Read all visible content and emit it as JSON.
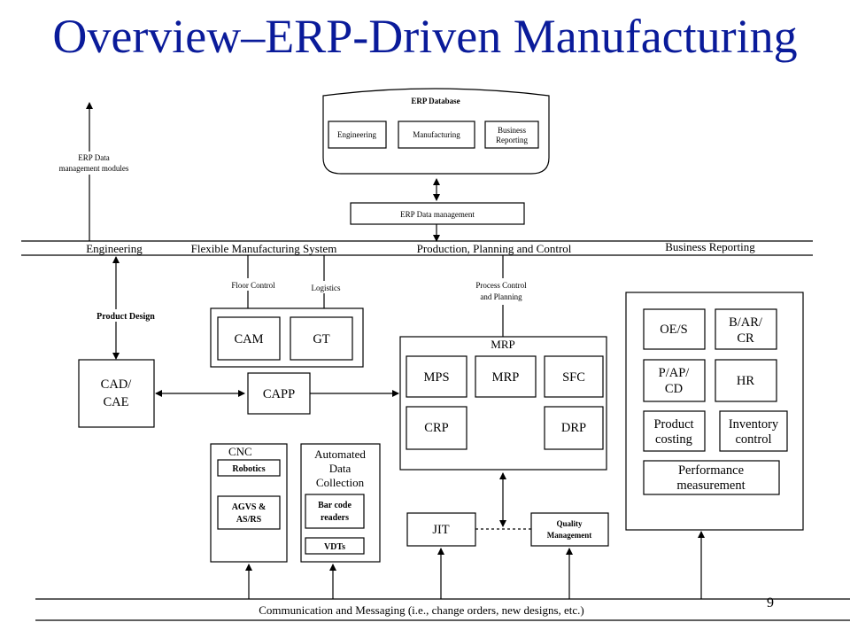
{
  "title": "Overview–ERP-Driven Manufacturing",
  "page_number": "9",
  "erp_database": {
    "label": "ERP Database",
    "modules": [
      "Engineering",
      "Manufacturing",
      "Business",
      "Reporting"
    ]
  },
  "erp_data_management": "ERP Data management",
  "erp_data_modules_label": [
    "ERP Data",
    "management modules"
  ],
  "bus_sections": {
    "engineering": "Engineering",
    "fms": "Flexible Manufacturing System",
    "ppc": "Production, Planning and Control",
    "business_reporting": "Business Reporting"
  },
  "labels": {
    "floor_control": "Floor Control",
    "logistics": "Logistics",
    "process_control": [
      "Process Control",
      "and Planning"
    ],
    "product_design": "Product Design"
  },
  "fms": {
    "cam": "CAM",
    "gt": "GT"
  },
  "cad_cae": [
    "CAD/",
    "CAE"
  ],
  "capp": "CAPP",
  "mrp": {
    "title": "MRP",
    "mps": "MPS",
    "mrp": "MRP",
    "sfc": "SFC",
    "crp": "CRP",
    "drp": "DRP"
  },
  "cnc": {
    "title": "CNC",
    "robotics": "Robotics",
    "agvs": [
      "AGVS &",
      "AS/RS"
    ]
  },
  "adc": {
    "title": [
      "Automated",
      "Data",
      "Collection"
    ],
    "barcode": [
      "Bar code",
      "readers"
    ],
    "vdts": "VDTs"
  },
  "jit": "JIT",
  "quality": [
    "Quality",
    "Management"
  ],
  "business": {
    "oes": "OE/S",
    "bar": [
      "B/AR/",
      "CR"
    ],
    "pap": [
      "P/AP/",
      "CD"
    ],
    "hr": "HR",
    "product_costing": [
      "Product",
      "costing"
    ],
    "inventory_control": [
      "Inventory",
      "control"
    ],
    "performance": [
      "Performance",
      "measurement"
    ]
  },
  "communication_bus": "Communication and Messaging (i.e., change orders, new designs, etc.)"
}
